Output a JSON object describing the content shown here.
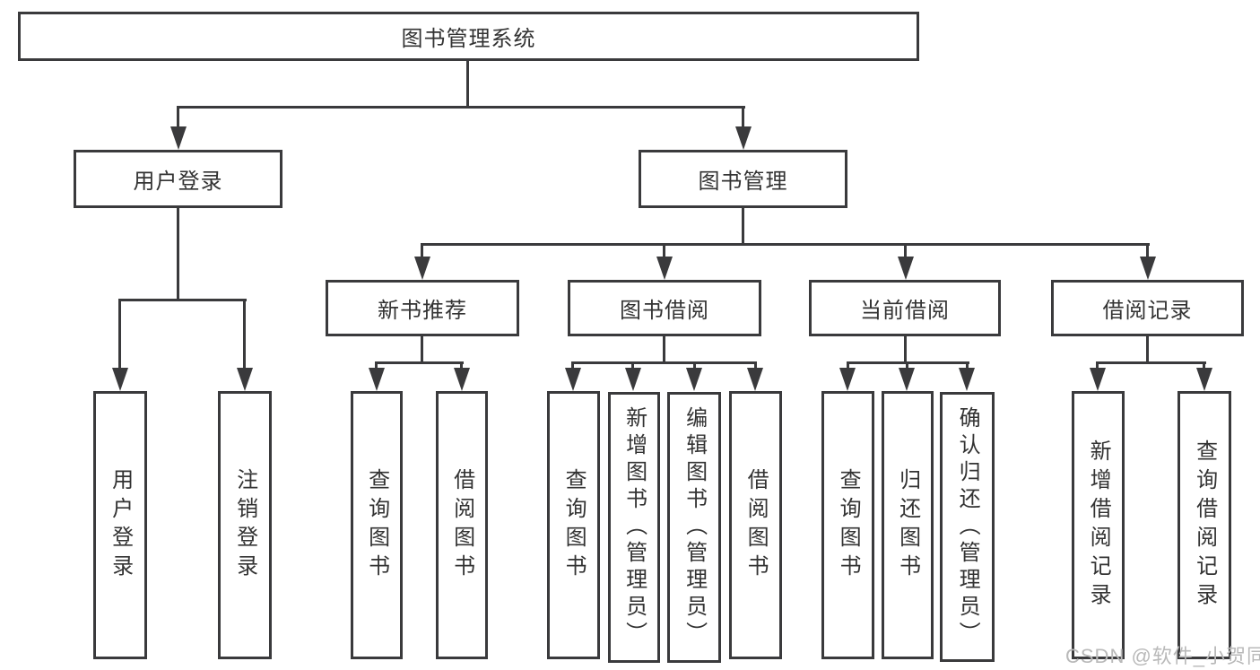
{
  "diagram": {
    "root": {
      "label": "图书管理系统"
    },
    "level2": {
      "user_login": {
        "label": "用户登录"
      },
      "book_mgmt": {
        "label": "图书管理"
      }
    },
    "level3": {
      "new_books": {
        "label": "新书推荐"
      },
      "borrowing": {
        "label": "图书借阅"
      },
      "current": {
        "label": "当前借阅"
      },
      "records": {
        "label": "借阅记录"
      }
    },
    "leaves": {
      "user_login": {
        "label": "用户登录"
      },
      "logout": {
        "label": "注销登录"
      },
      "query_book_a": {
        "label": "查询图书"
      },
      "borrow_book_a": {
        "label": "借阅图书"
      },
      "query_book_b": {
        "label": "查询图书"
      },
      "add_book": {
        "label": "新增图书（管理员）"
      },
      "edit_book": {
        "label": "编辑图书（管理员）"
      },
      "borrow_book_b": {
        "label": "借阅图书"
      },
      "query_book_c": {
        "label": "查询图书"
      },
      "return_book": {
        "label": "归还图书"
      },
      "confirm_return": {
        "label": "确认归还（管理员）"
      },
      "add_record": {
        "label": "新增借阅记录"
      },
      "query_record": {
        "label": "查询借阅记录"
      }
    }
  },
  "watermark": {
    "text": "CSDN @软件_小贺同学"
  },
  "colors": {
    "line": "#3a3a3c",
    "text": "#333333",
    "watermark": "#b9b9b9",
    "background": "#ffffff"
  }
}
